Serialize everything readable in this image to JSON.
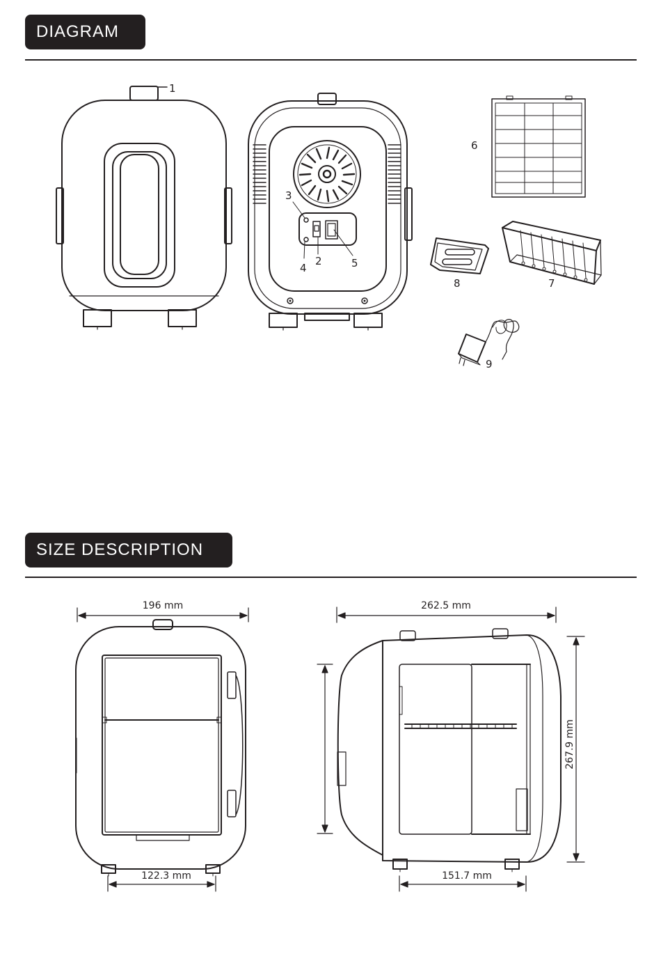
{
  "sections": {
    "diagram_title": "DIAGRAM",
    "size_title": "SIZE DESCRIPTION"
  },
  "diagram": {
    "callouts": [
      "1",
      "2",
      "3",
      "4",
      "5",
      "6",
      "7",
      "8",
      "9"
    ]
  },
  "size": {
    "front_width": "196 mm",
    "front_base": "122.3 mm",
    "side_depth": "262.5 mm",
    "side_height": "267.9 mm",
    "side_base": "151.7 mm"
  },
  "colors": {
    "ink": "#231f20",
    "tab_text": "#ffffff"
  }
}
